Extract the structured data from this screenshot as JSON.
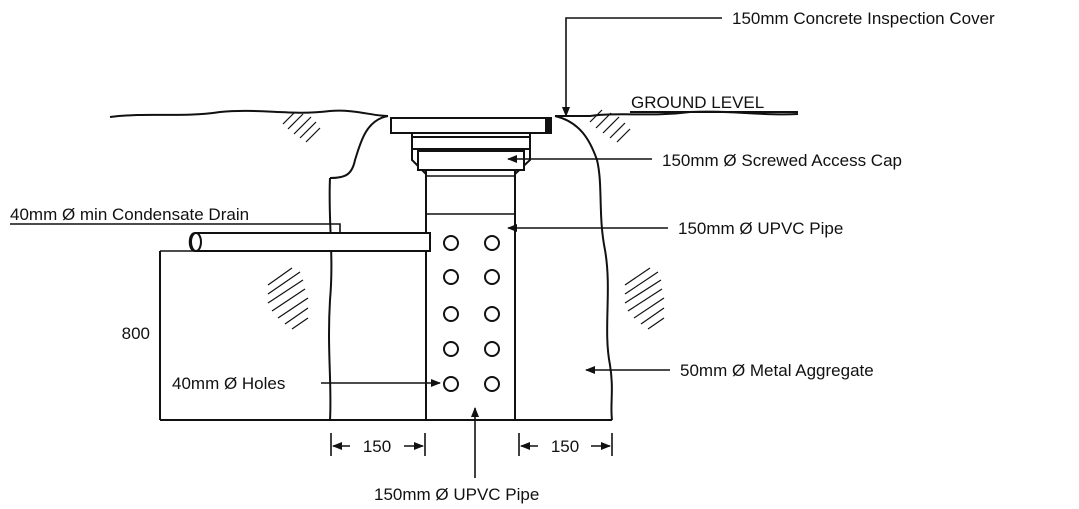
{
  "labels": {
    "inspection_cover": "150mm Concrete Inspection Cover",
    "ground_level": "GROUND LEVEL",
    "access_cap": "150mm Ø Screwed Access Cap",
    "condensate_drain": "40mm Ø min Condensate Drain",
    "upvc_pipe_right": "150mm Ø UPVC Pipe",
    "depth_800": "800",
    "metal_aggregate": "50mm Ø Metal Aggregate",
    "holes": "40mm Ø Holes",
    "dim_left_150": "150",
    "dim_right_150": "150",
    "upvc_pipe_bottom": "150mm Ø UPVC Pipe"
  }
}
